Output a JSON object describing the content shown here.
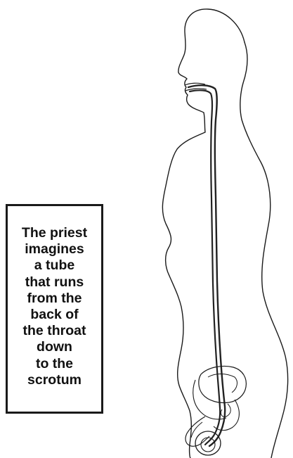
{
  "caption": {
    "lines": [
      "The priest",
      "imagines",
      "a tube",
      "that runs",
      "from the",
      "back of",
      "the throat",
      "down",
      "to the",
      "scrotum"
    ]
  },
  "colors": {
    "outline": "#1a1a1a",
    "tube": "#222222",
    "background": "#ffffff"
  }
}
